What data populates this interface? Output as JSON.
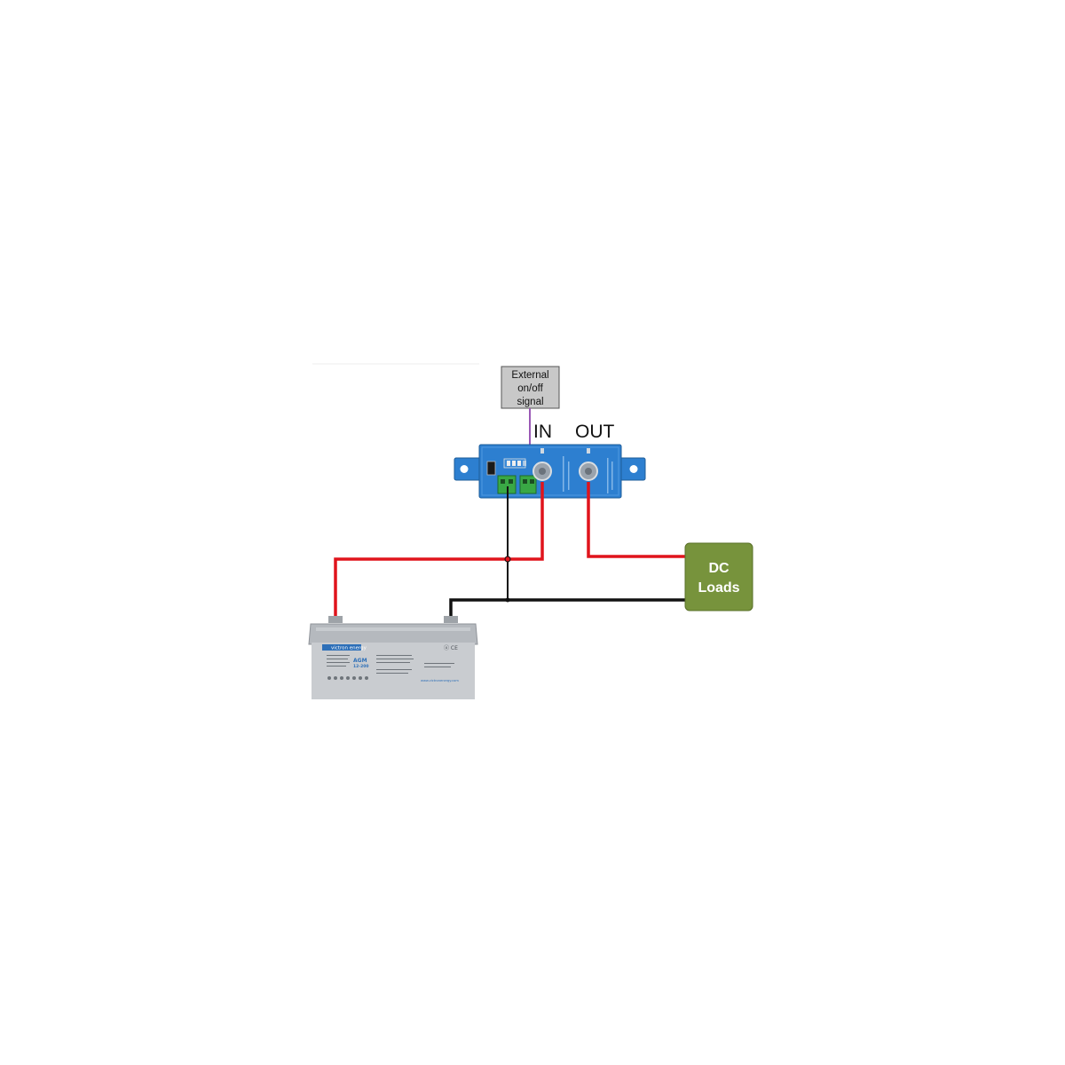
{
  "signal_box": {
    "lines": [
      "External",
      "on/off",
      "signal"
    ]
  },
  "terminals": {
    "in_label": "IN",
    "out_label": "OUT"
  },
  "loads_box": {
    "lines": [
      "DC",
      "Loads"
    ]
  },
  "battery": {
    "brand": "victron energy",
    "model_line1": "AGM",
    "model_line2": "12-200",
    "website": "www.victronenergy.com"
  },
  "colors": {
    "positive_wire": "#e0141c",
    "negative_wire": "#111111",
    "signal_wire": "#9b59b6",
    "device_body": "#2d7fd0",
    "loads_box": "#77933c",
    "signal_box": "#c8c8c8",
    "battery_body": "#c9ccd0"
  }
}
